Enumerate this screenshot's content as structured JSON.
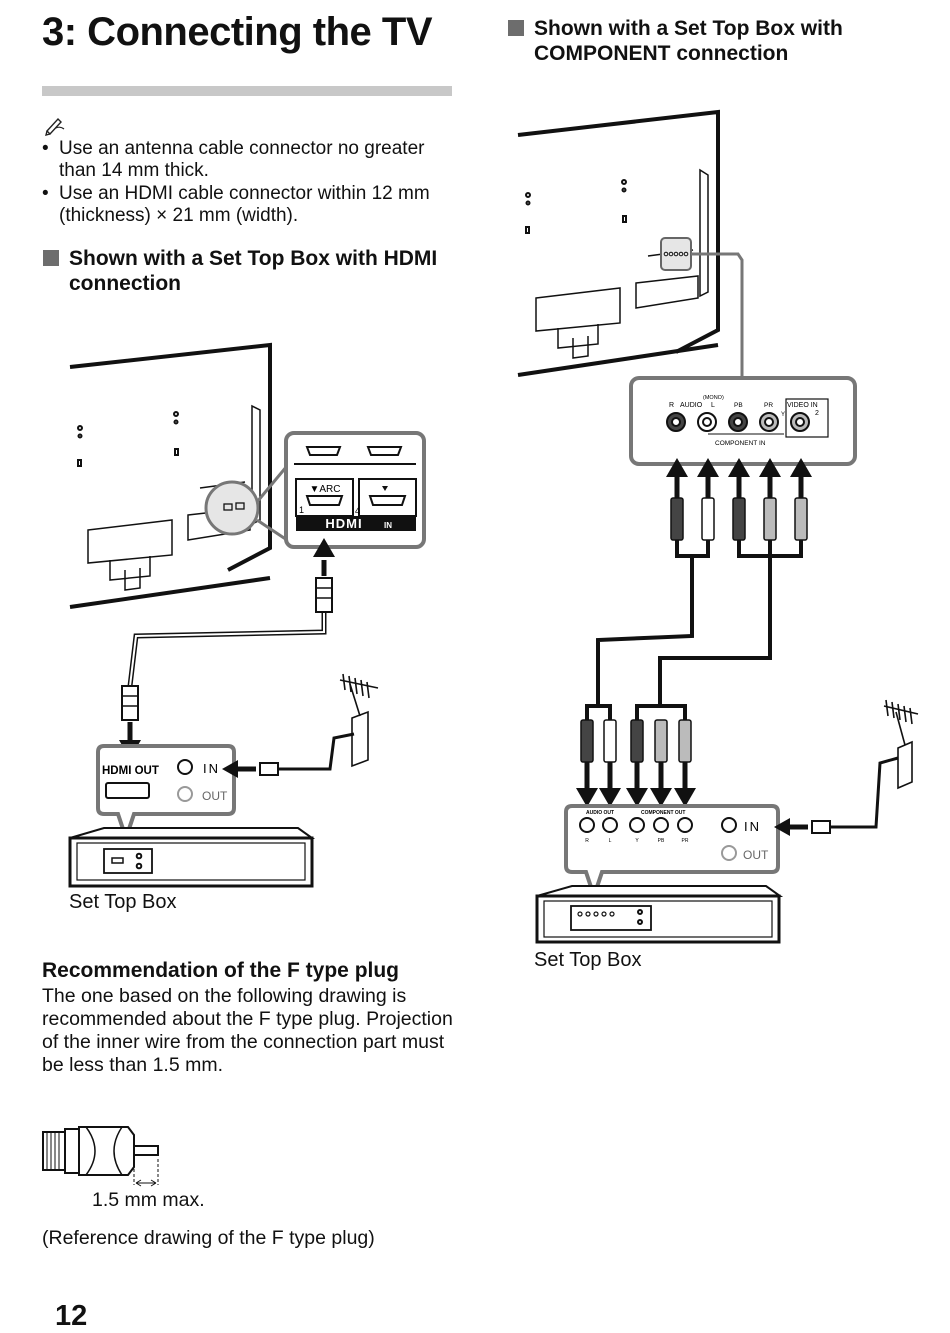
{
  "page": {
    "title": "3: Connecting the TV",
    "page_number": "12"
  },
  "notes": {
    "icon": "pencil-note-icon",
    "items": [
      "Use an antenna cable connector no greater than 14 mm thick.",
      "Use an HDMI cable connector within 12 mm (thickness) × 21 mm (width)."
    ]
  },
  "hdmi_section": {
    "heading": "Shown with a Set Top Box with HDMI connection",
    "tv_panel": {
      "arc_label": "▼ARC",
      "port1": "1",
      "port4": "4",
      "hdmi_logo": "HDMI",
      "in_label": "IN"
    },
    "stb_panel": {
      "hdmi_out": "HDMI OUT",
      "in": "IN",
      "out": "OUT"
    },
    "caption": "Set Top Box"
  },
  "component_section": {
    "heading": "Shown with a Set Top Box with COMPONENT connection",
    "tv_panel": {
      "r": "R",
      "audio": "AUDIO",
      "l": "L",
      "mono": "(MONO)",
      "pb": "PB",
      "pr": "PR",
      "video_in": "VIDEO IN",
      "video_in_num": "2",
      "component_in": "COMPONENT IN",
      "y": "Y"
    },
    "stb_panel": {
      "audio_out": "AUDIO OUT",
      "component_out": "COMPONENT OUT",
      "jacks": [
        "R",
        "L",
        "Y",
        "PB",
        "PR"
      ],
      "in": "IN",
      "out": "OUT"
    },
    "caption": "Set Top Box"
  },
  "recommendation": {
    "heading": "Recommendation of the F type plug",
    "body": "The one based on the following drawing is recommended about the F type plug. Projection of the inner wire from the connection part must be less than 1.5 mm.",
    "dimension_label": "1.5 mm max.",
    "drawing_caption": "(Reference drawing of the F type plug)"
  }
}
